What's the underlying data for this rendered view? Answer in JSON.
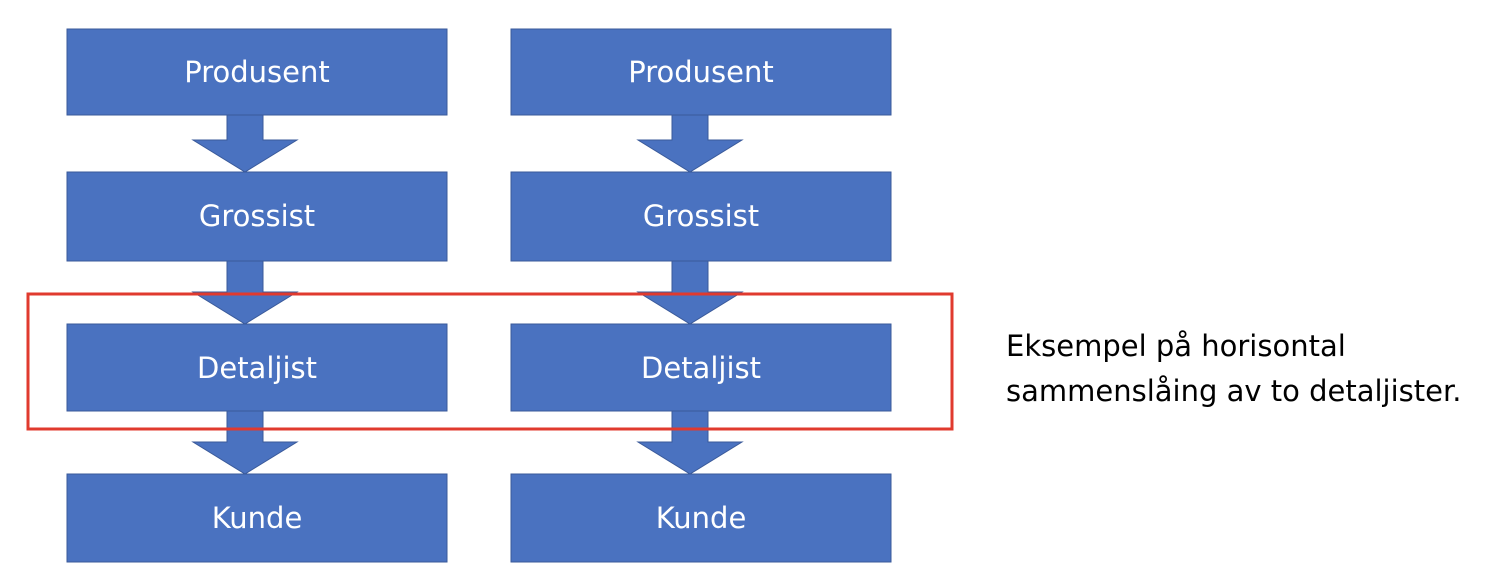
{
  "colors": {
    "box_fill": "#4a72c0",
    "box_stroke": "#3a5a9a",
    "highlight": "#e03a2e",
    "text": "#ffffff"
  },
  "chains": [
    {
      "id": "left",
      "nodes": [
        {
          "label": "Produsent"
        },
        {
          "label": "Grossist"
        },
        {
          "label": "Detaljist"
        },
        {
          "label": "Kunde"
        }
      ]
    },
    {
      "id": "right",
      "nodes": [
        {
          "label": "Produsent"
        },
        {
          "label": "Grossist"
        },
        {
          "label": "Detaljist"
        },
        {
          "label": "Kunde"
        }
      ]
    }
  ],
  "caption": {
    "line1": "Eksempel på horisontal",
    "line2": "sammenslåing av to detaljister."
  }
}
